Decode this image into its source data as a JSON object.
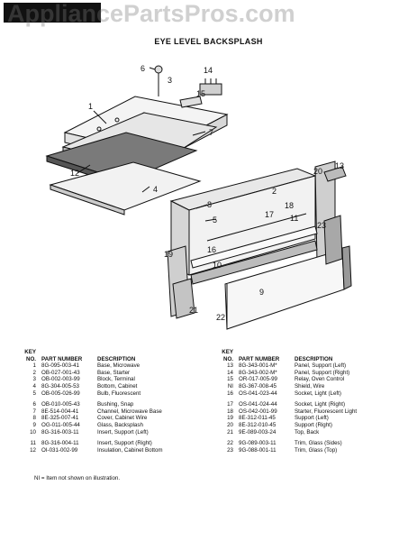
{
  "header": {
    "watermark": "AppliancePartsPros.com",
    "title": "EYE LEVEL BACKSPLASH"
  },
  "callouts": [
    "1",
    "2",
    "3",
    "4",
    "5",
    "6",
    "7",
    "8",
    "9",
    "10",
    "11",
    "12",
    "13",
    "14",
    "15",
    "16",
    "17",
    "18",
    "19",
    "20",
    "21",
    "22",
    "23"
  ],
  "table": {
    "key_label": "KEY",
    "no_label": "NO.",
    "pn_label": "PART NUMBER",
    "desc_label": "DESCRIPTION",
    "left_groups": [
      [
        {
          "no": "1",
          "pn": "8G-095-003-41",
          "desc": "Base, Microwave"
        },
        {
          "no": "2",
          "pn": "OB-027-001-43",
          "desc": "Base, Starter"
        },
        {
          "no": "3",
          "pn": "OB-002-003-99",
          "desc": "Block, Terminal"
        },
        {
          "no": "4",
          "pn": "8G-304-005-53",
          "desc": "Bottom, Cabinet"
        },
        {
          "no": "5",
          "pn": "OB-005-026-99",
          "desc": "Bulb, Fluorescent"
        }
      ],
      [
        {
          "no": "6",
          "pn": "OB-010-005-43",
          "desc": "Bushing, Snap"
        },
        {
          "no": "7",
          "pn": "8E-514-004-41",
          "desc": "Channel, Microwave Base"
        },
        {
          "no": "8",
          "pn": "8E-325-007-41",
          "desc": "Cover, Cabinet Wire"
        },
        {
          "no": "9",
          "pn": "OG-011-005-44",
          "desc": "Glass, Backsplash"
        },
        {
          "no": "10",
          "pn": "8G-316-003-11",
          "desc": "Insert, Support (Left)"
        }
      ],
      [
        {
          "no": "11",
          "pn": "8G-316-004-11",
          "desc": "Insert, Support (Right)"
        },
        {
          "no": "12",
          "pn": "OI-031-002-99",
          "desc": "Insulation, Cabinet Bottom"
        }
      ]
    ],
    "right_groups": [
      [
        {
          "no": "13",
          "pn": "8G-343-001-M*",
          "desc": "Panel, Support (Left)"
        },
        {
          "no": "14",
          "pn": "8G-343-002-M*",
          "desc": "Panel, Support (Right)"
        },
        {
          "no": "15",
          "pn": "OR-017-005-99",
          "desc": "Relay, Oven Control"
        },
        {
          "no": "NI",
          "pn": "8G-367-008-45",
          "desc": "Shield, Wire"
        },
        {
          "no": "16",
          "pn": "OS-041-023-44",
          "desc": "Socket, Light (Left)"
        }
      ],
      [
        {
          "no": "17",
          "pn": "OS-041-024-44",
          "desc": "Socket, Light (Right)"
        },
        {
          "no": "18",
          "pn": "OS-042-001-99",
          "desc": "Starter, Fluorescent Light"
        },
        {
          "no": "19",
          "pn": "8E-312-011-45",
          "desc": "Support (Left)"
        },
        {
          "no": "20",
          "pn": "8E-312-010-45",
          "desc": "Support (Right)"
        },
        {
          "no": "21",
          "pn": "9E-089-003-24",
          "desc": "Top, Back"
        }
      ],
      [
        {
          "no": "22",
          "pn": "9G-089-003-11",
          "desc": "Trim, Glass (Sides)"
        },
        {
          "no": "23",
          "pn": "9G-088-001-11",
          "desc": "Trim, Glass (Top)"
        }
      ]
    ],
    "note": "NI = Item not shown on illustration."
  }
}
